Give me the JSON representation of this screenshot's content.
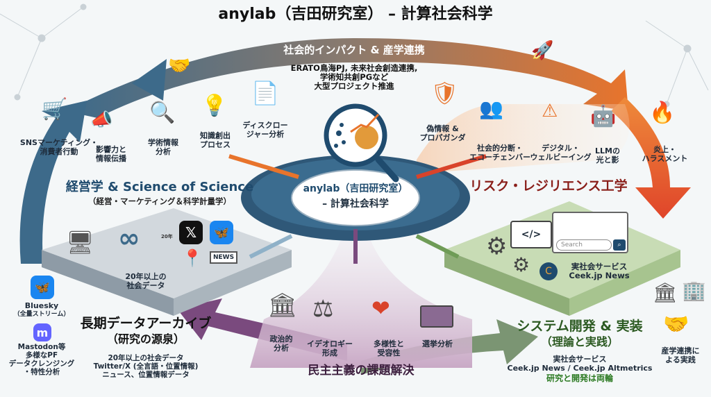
{
  "title": "anylab（吉田研究室） – 計算社会科学",
  "center": {
    "name": "anylab（吉田研究室）",
    "subtitle": "– 計算社会科学"
  },
  "top_arc": {
    "label": "社会的インパクト & 産学連携",
    "projects": [
      "ERATO鳥海PJ, 未来社会創造連携,",
      "学術知共創PGなど",
      "大型プロジェクト推進"
    ]
  },
  "management": {
    "title": "経営学 & Science of Science",
    "subtitle": "（経営・マーケティング＆科学計量学）",
    "items": [
      {
        "label": [
          "SNSマーケティング・",
          "消費者行動"
        ],
        "icon": "shopping-cart-icon"
      },
      {
        "label": [
          "影響力と",
          "情報伝播"
        ],
        "icon": "megaphone-icon"
      },
      {
        "label": [
          "学術情報",
          "分析"
        ],
        "icon": "magnifier-document-icon"
      },
      {
        "label": [
          "知識創出",
          "プロセス"
        ],
        "icon": "lightbulb-icon"
      },
      {
        "label": [
          "ディスクロー",
          "ジャー分析"
        ],
        "icon": "document-icon"
      }
    ]
  },
  "risk": {
    "title": "リスク・レジリエンス工学",
    "items": [
      {
        "label": [
          "偽情報 &",
          "プロパガンダ"
        ],
        "icon": "shield-icon"
      },
      {
        "label": [
          "社会的分断・",
          "エコーチェンバー"
        ],
        "icon": "groups-icon"
      },
      {
        "label": [
          "デジタル・",
          "ウェルビーイング"
        ],
        "icon": "chat-warning-icon"
      },
      {
        "label": [
          "LLMの",
          "光と影"
        ],
        "icon": "robot-icon"
      },
      {
        "label": [
          "炎上・",
          "ハラスメント"
        ],
        "icon": "fire-icon"
      }
    ]
  },
  "archive": {
    "title": "長期データアーカイブ",
    "subtitle": "（研究の源泉）",
    "details": [
      "20年以上の社会データ",
      "Twitter/X (全言語・位置情報)",
      "ニュース、位置情報データ"
    ],
    "platform_label": [
      "20年以上の",
      "社会データ"
    ],
    "timeline_label": "20年",
    "news_label": "NEWS",
    "bluesky": [
      "Bluesky",
      "（全量ストリーム）"
    ],
    "mastodon": [
      "Mastodon等",
      "多様なPF",
      "データクレンジング",
      "・特性分析"
    ]
  },
  "system": {
    "title": "システム開発 & 実装",
    "subtitle": "（理論と実践）",
    "details": [
      "実社会サービス",
      "Ceek.jp News / Ceek.jp Altmetrics"
    ],
    "motto": "研究と開発は両輪",
    "platform_label": [
      "実社会サービス",
      "Ceek.jp News"
    ],
    "search_placeholder": "Search",
    "industry": [
      "産学連携に",
      "よる実践"
    ]
  },
  "democracy": {
    "title": "民主主義の課題解決",
    "items": [
      {
        "label": [
          "政治的",
          "分析"
        ],
        "icon": "capitol-icon"
      },
      {
        "label": [
          "イデオロギー",
          "形成"
        ],
        "icon": "scales-icon"
      },
      {
        "label": [
          "多様性と",
          "受容性"
        ],
        "icon": "people-heart-icon"
      },
      {
        "label": [
          "選挙分析"
        ],
        "icon": "ballot-box-icon"
      }
    ]
  },
  "colors": {
    "blue": "#3d6a8a",
    "orange": "#e8742c",
    "red": "#d9432a",
    "green": "#6f9c57",
    "purple": "#7a4a7e",
    "navy": "#1f4b6e"
  }
}
